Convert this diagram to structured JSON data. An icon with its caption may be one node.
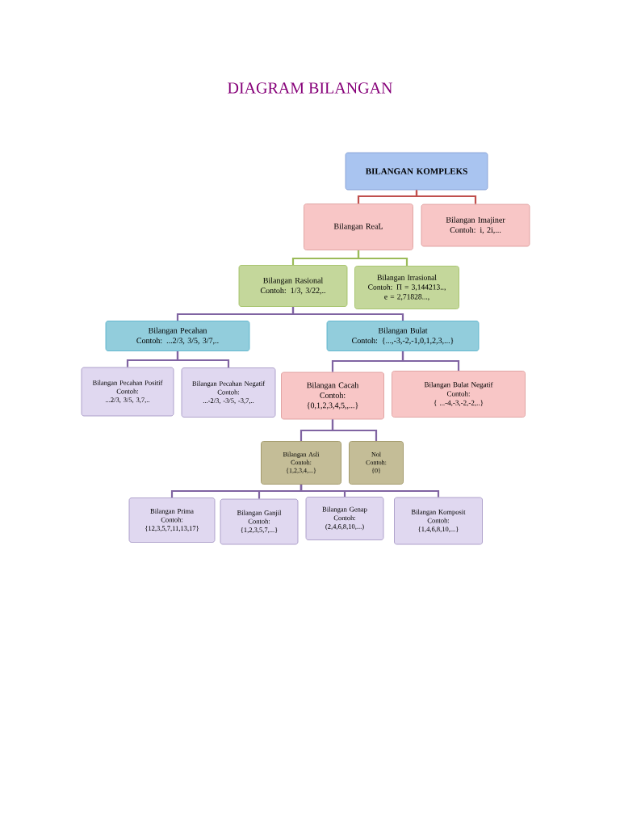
{
  "diagram": {
    "title": "DIAGRAM BILANGAN",
    "nodes": [
      {
        "text": [
          "BILANGAN KOMPLEKS"
        ]
      },
      {
        "text": [
          "Bilangan ReaL"
        ]
      },
      {
        "text": [
          "Bilangan Imajiner",
          "Contoh: i, 2i,..."
        ]
      },
      {
        "text": [
          "Bilangan Rasional",
          "Contoh: 1/3, 3/22,.."
        ]
      },
      {
        "text": [
          "Bilangan Irrasional",
          "Contoh: Π = 3,144213.., e = 2,71828...,"
        ]
      },
      {
        "text": [
          "Bilangan Pecahan",
          "Contoh: ...2/3, 3/5, 3/7,.."
        ]
      },
      {
        "text": [
          "Bilangan Bulat",
          "Contoh: {...,-3,-2,-1,0,1,2,3,...}"
        ]
      },
      {
        "text": [
          "Bilangan Pecahan Positif",
          "Contoh:",
          "...2/3, 3/5, 3,7,.."
        ]
      },
      {
        "text": [
          "Bilangan Pecahan Negatif",
          "Contoh:",
          "...-2/3, -3/5, -3,7,.."
        ]
      },
      {
        "text": [
          "Bilangan Cacah",
          "Contoh:",
          "{0,1,2,3,4,5,,...}"
        ]
      },
      {
        "text": [
          "Bilangan Bulat Negatif",
          "Contoh:",
          "{ ...-4,-3,-2,-2,..}"
        ]
      },
      {
        "text": [
          "Bilangan Asli",
          "Contoh:",
          "{1,2,3,4,...}"
        ]
      },
      {
        "text": [
          "Nol",
          "Contoh:",
          "{0}"
        ]
      },
      {
        "text": [
          "Bilangan Prima",
          "Contoh:",
          "{12,3,5,7,11,13,17}"
        ]
      },
      {
        "text": [
          "Bilangan Ganjil",
          "Contoh:",
          "{1,2,3,5,7,...}"
        ]
      },
      {
        "text": [
          "Bilangan Genap",
          "Contoh:",
          "(2,4,6,8,10,...)"
        ]
      },
      {
        "text": [
          "Bilangan Komposit",
          "Contoh:",
          "{1,4,6,8,10,...}"
        ]
      }
    ],
    "edges": [
      {
        "from": 0,
        "to": 1,
        "arrow": "none",
        "color": "#c0504d"
      },
      {
        "from": 0,
        "to": 2,
        "arrow": "none",
        "color": "#c0504d"
      },
      {
        "from": 1,
        "to": 3,
        "arrow": "none",
        "color": "#9bbb59"
      },
      {
        "from": 1,
        "to": 4,
        "arrow": "none",
        "color": "#9bbb59"
      },
      {
        "from": 3,
        "to": 5,
        "arrow": "none"
      },
      {
        "from": 3,
        "to": 6,
        "arrow": "none"
      },
      {
        "from": 5,
        "to": 7,
        "arrow": "none"
      },
      {
        "from": 5,
        "to": 8,
        "arrow": "none"
      },
      {
        "from": 6,
        "to": 9,
        "arrow": "none"
      },
      {
        "from": 6,
        "to": 10,
        "arrow": "none"
      },
      {
        "from": 9,
        "to": 11,
        "arrow": "none"
      },
      {
        "from": 9,
        "to": 12,
        "arrow": "none"
      },
      {
        "from": 11,
        "to": 13,
        "arrow": "none"
      },
      {
        "from": 11,
        "to": 14,
        "arrow": "none"
      },
      {
        "from": 11,
        "to": 15,
        "arrow": "none"
      },
      {
        "from": 11,
        "to": 16,
        "arrow": "none"
      }
    ]
  }
}
